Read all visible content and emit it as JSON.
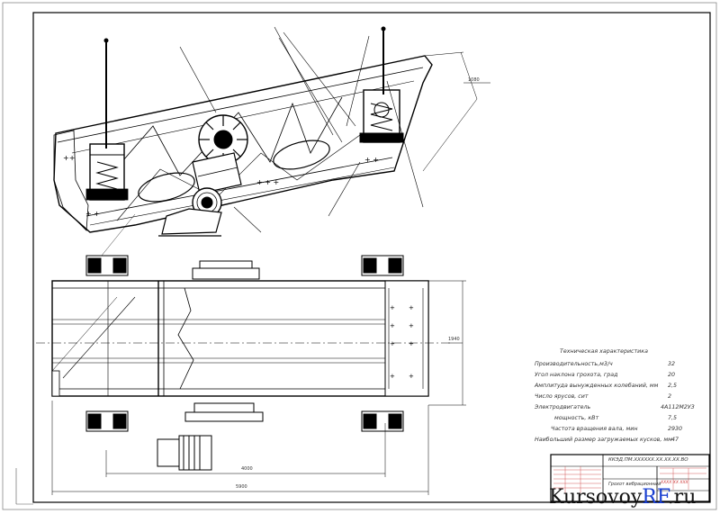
{
  "technical_specs": {
    "title": "Техническая характеристика",
    "rows": [
      {
        "label": "Производительность,м3/ч",
        "value": "32"
      },
      {
        "label": "Угол наклона грохота, град",
        "value": "20"
      },
      {
        "label": "Амплитуда вынужденных колебаний, мм",
        "value": "2,5"
      },
      {
        "label": "Число ярусов, сит",
        "value": "2"
      },
      {
        "label": "Электродвигатель",
        "value": "4А112М2УЗ"
      },
      {
        "label": "мощность, кВт",
        "value": "7,5"
      },
      {
        "label": "Частота вращения вала, мин",
        "value": "2930"
      },
      {
        "label": "Наибольший размер загружаемых кусков, мм",
        "value": "47"
      }
    ]
  },
  "title_block": {
    "doc_code": "ККЭД.ПМ.ХХХХХХ.ХХ.ХХ.ХХ.ВО",
    "name": "Грохот вибрационный",
    "right_code": "ХХХХ ХХ ХХХ"
  },
  "dimensions": {
    "right_top": "1080",
    "right_mid": "1940",
    "bottom_inner": "4000",
    "bottom_overall": "5900"
  },
  "watermark": {
    "part1": "Kursovoy",
    "part2": "RF",
    "part3": ".ru"
  }
}
